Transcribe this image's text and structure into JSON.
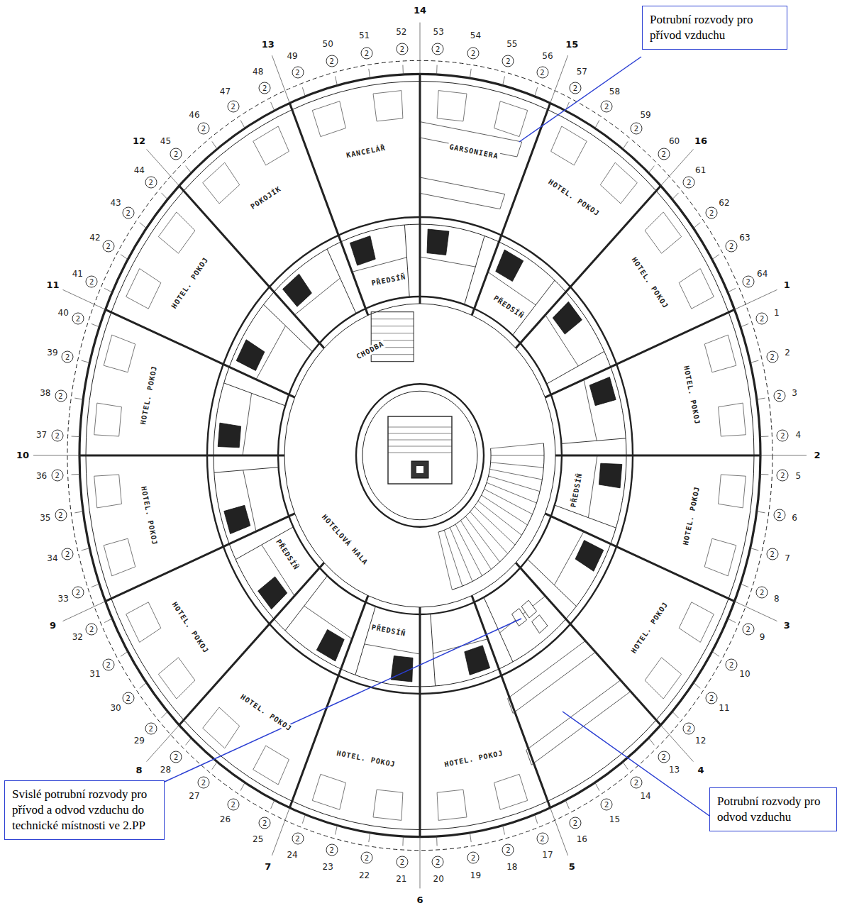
{
  "diagram": {
    "nodes": [
      {
        "text": [
          "Potrubní rozvody pro přívod vzduchu"
        ]
      },
      {
        "text": [
          "Svislé potrubní rozvody pro přívod a odvod vzduchu do technické místnosti ve 2.PP"
        ]
      },
      {
        "text": [
          "Potrubní rozvody pro odvod vzduchu"
        ]
      }
    ],
    "labels": [
      "1",
      "2",
      "3",
      "4",
      "5",
      "6",
      "7",
      "8",
      "9",
      "10",
      "11",
      "12",
      "13",
      "14",
      "15",
      "16",
      "17",
      "18",
      "19",
      "20",
      "21",
      "22",
      "23",
      "24",
      "25",
      "26",
      "27",
      "28",
      "29",
      "30",
      "31",
      "32",
      "33",
      "34",
      "35",
      "36",
      "37",
      "38",
      "39",
      "40",
      "41",
      "42",
      "43",
      "44",
      "45",
      "46",
      "47",
      "48",
      "49",
      "50",
      "51",
      "52",
      "53",
      "54",
      "55",
      "56",
      "57",
      "58",
      "59",
      "60",
      "61",
      "62",
      "63",
      "64",
      "2",
      "2",
      "2",
      "2",
      "2",
      "2",
      "2",
      "2",
      "2",
      "2",
      "2",
      "2",
      "2",
      "2",
      "2",
      "2",
      "2",
      "2",
      "2",
      "2",
      "2",
      "2",
      "2",
      "2",
      "2",
      "2",
      "2",
      "2",
      "2",
      "2",
      "2",
      "2",
      "2",
      "2",
      "2",
      "2",
      "2",
      "2",
      "2",
      "2",
      "2",
      "2",
      "2",
      "2",
      "2",
      "2",
      "2",
      "2",
      "2",
      "2",
      "2",
      "2",
      "2",
      "2",
      "2",
      "2",
      "2",
      "2",
      "2",
      "2",
      "2",
      "2",
      "2",
      "2",
      "1",
      "2",
      "3",
      "4",
      "5",
      "6",
      "7",
      "8",
      "9",
      "10",
      "11",
      "12",
      "13",
      "14",
      "15",
      "16",
      "KANCELÁŘ",
      "GARSONIERA",
      "POKOJÍK",
      "HOTEL. POKOJ",
      "HOTEL. POKOJ",
      "HOTEL. POKOJ",
      "HOTEL. POKOJ",
      "HOTEL. POKOJ",
      "HOTEL. POKOJ",
      "HOTEL. POKOJ",
      "HOTEL. POKOJ",
      "HOTEL. POKOJ",
      "HOTEL. POKOJ",
      "HOTEL. POKOJ",
      "HOTEL. POKOJ",
      "HOTELOVÁ HALA",
      "CHODBA",
      "PŘEDSÍŇ",
      "PŘEDSÍŇ",
      "PŘEDSÍŇ",
      "PŘEDSÍŇ",
      "PŘEDSÍŇ"
    ]
  }
}
